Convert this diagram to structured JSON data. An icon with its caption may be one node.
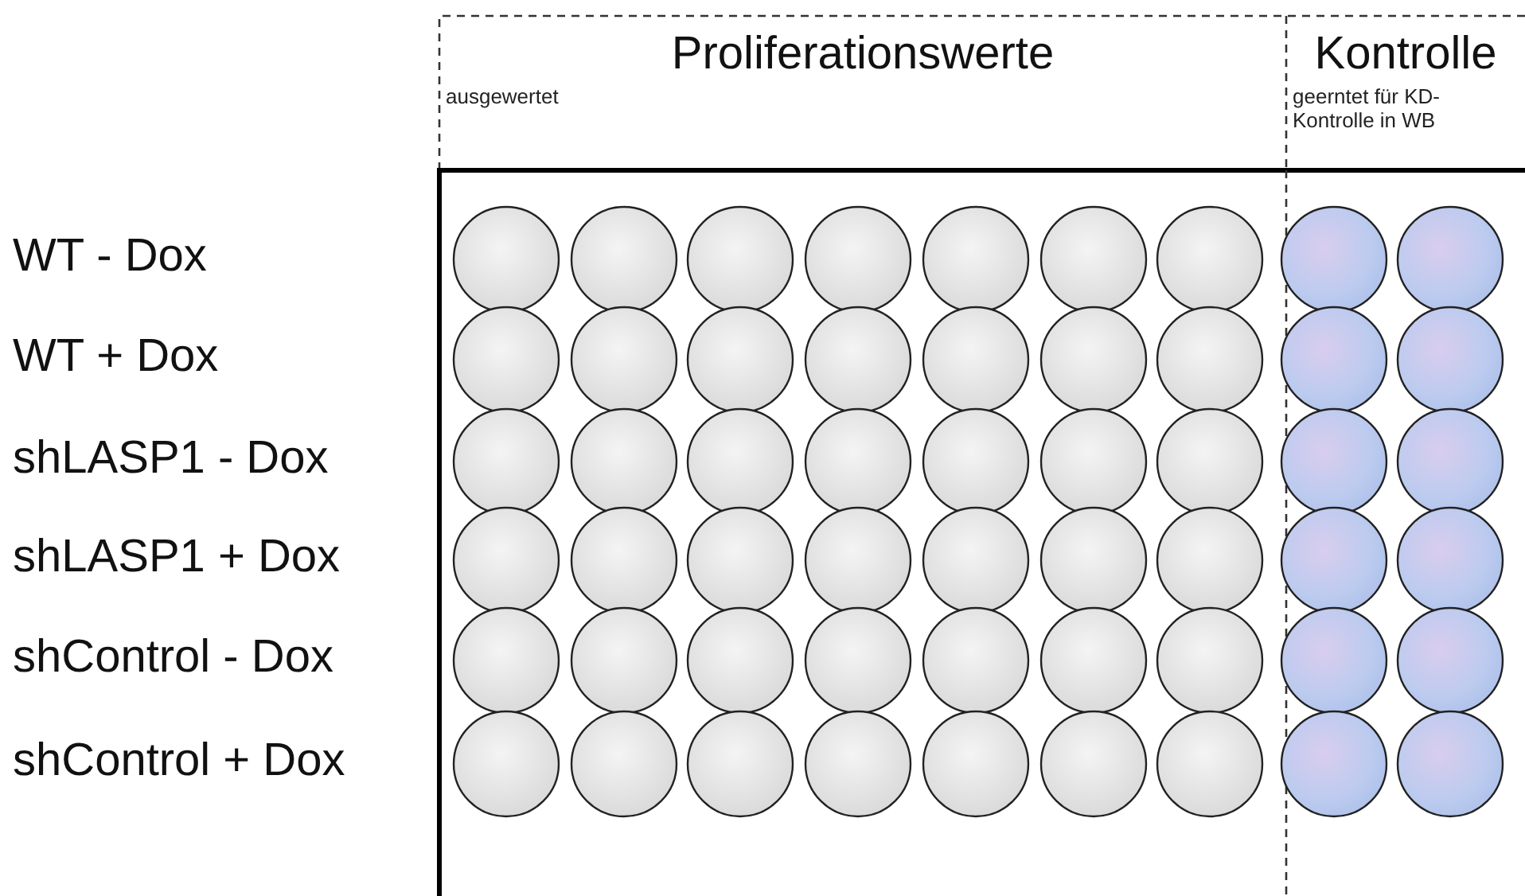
{
  "diagram": {
    "nodes": [
      {
        "text": [
          "Proliferationswerte",
          "ausgewertet"
        ]
      },
      {
        "text": [
          "Kontrolle",
          "geerntet für KD-Kontrolle in WB"
        ]
      }
    ],
    "labels": [
      "WT - Dox",
      "WT + Dox",
      "shLASP1 - Dox",
      "shLASP1 + Dox",
      "shControl - Dox",
      "shControl + Dox"
    ]
  }
}
